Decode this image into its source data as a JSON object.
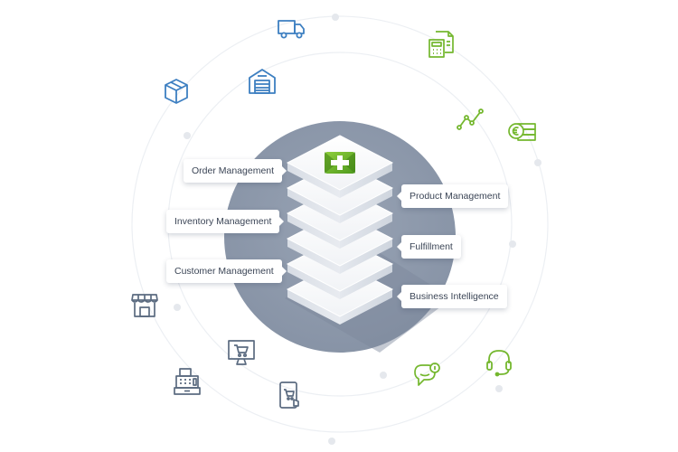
{
  "colors": {
    "accent_green": "#74b72e",
    "icon_blue": "#3d7fc1",
    "icon_slate": "#5b6b80",
    "circle_fill": "#8e99ab",
    "orbit_line": "#e6e9ee"
  },
  "labels": {
    "order_management": "Order Management",
    "inventory_management": "Inventory Management",
    "customer_management": "Customer Management",
    "product_management": "Product Management",
    "fulfillment": "Fulfillment",
    "business_intelligence": "Business Intelligence"
  },
  "icons": [
    "truck-icon",
    "warehouse-icon",
    "box-icon",
    "calculator-invoice-icon",
    "line-chart-icon",
    "money-icon",
    "storefront-icon",
    "monitor-cart-icon",
    "cash-register-icon",
    "mobile-cart-icon",
    "feedback-icon",
    "headset-icon"
  ]
}
